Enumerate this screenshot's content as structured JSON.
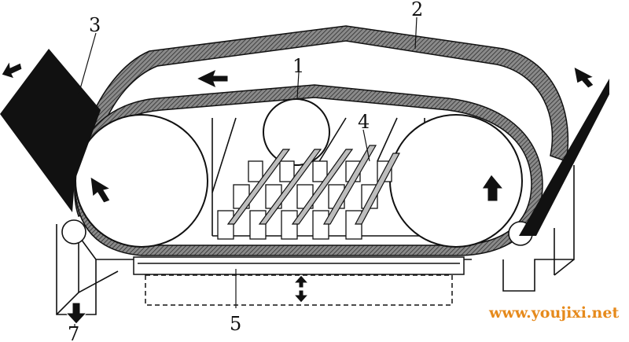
{
  "diagram": {
    "labels": {
      "belt_inner": "1",
      "belt_outer": "2",
      "feed_chute": "3",
      "heating_bars": "4",
      "bottom_platen": "5",
      "discharge": "7"
    },
    "watermark": "www.youjixi.net",
    "colors": {
      "ink": "#111111",
      "belt_hatch": "#6f6f6f",
      "background": "#ffffff",
      "watermark": "#e68a1c"
    }
  }
}
